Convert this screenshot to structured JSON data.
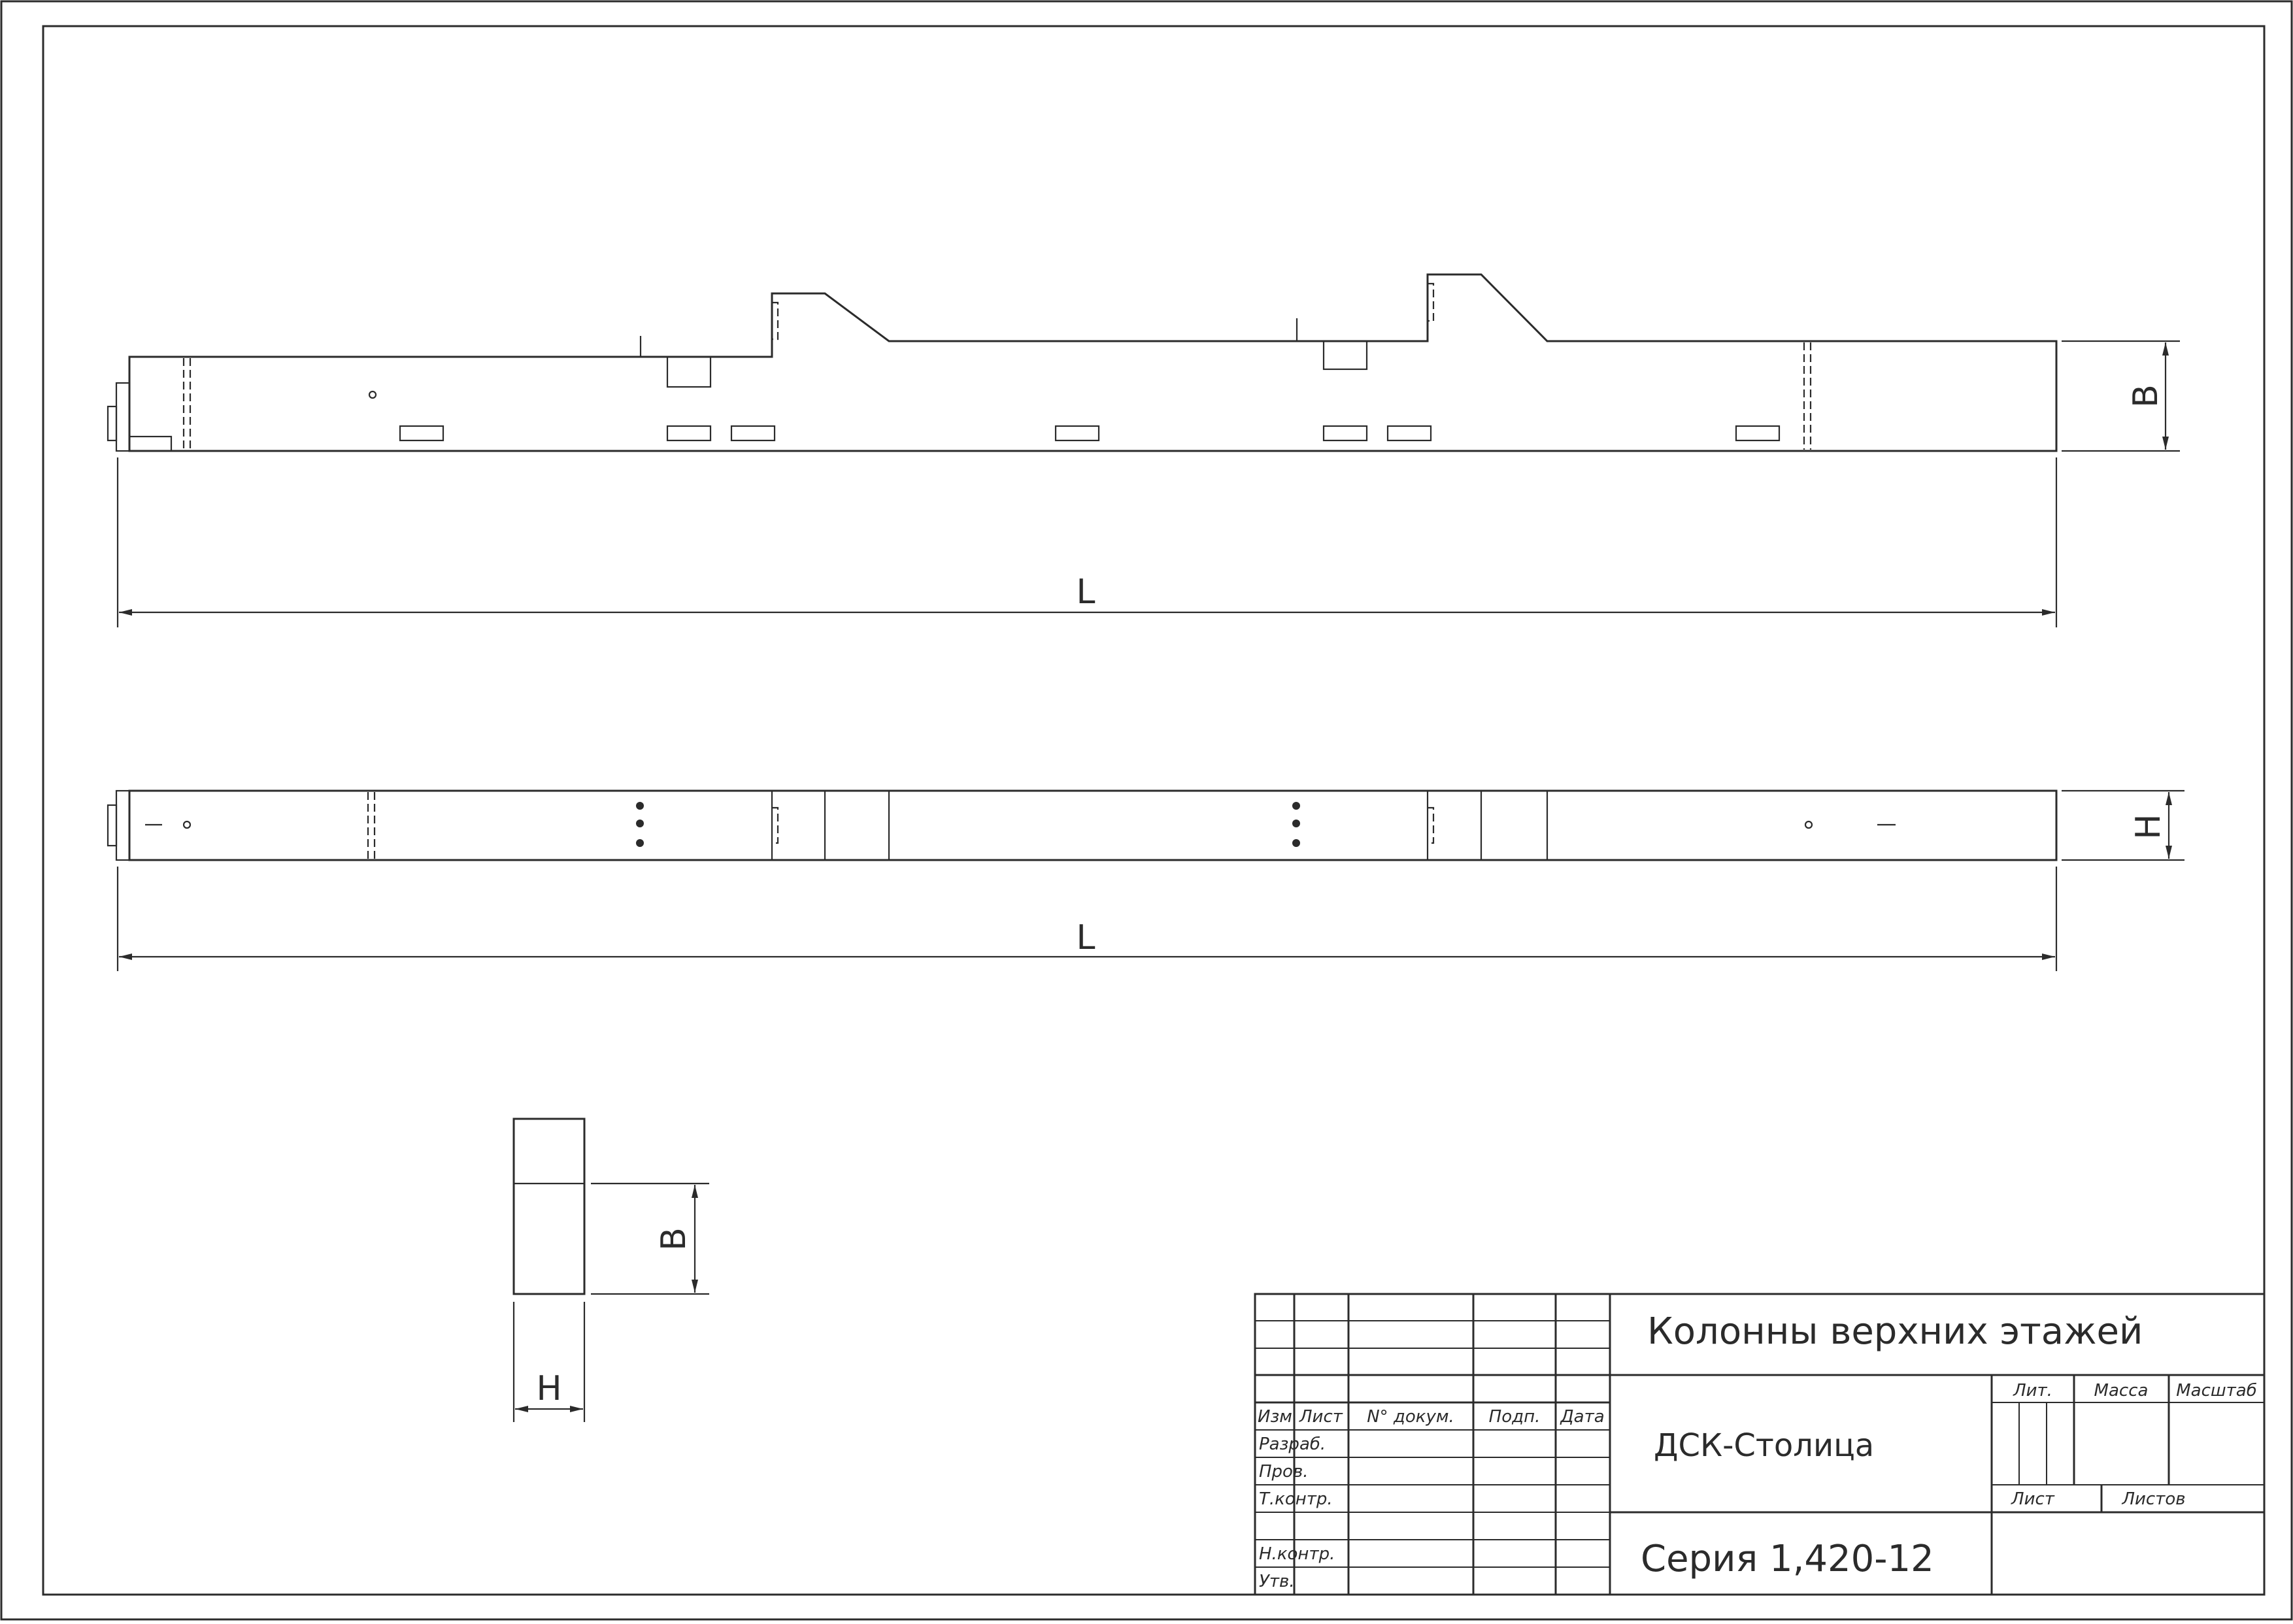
{
  "dimensions": {
    "L": "L",
    "B": "B",
    "H": "H"
  },
  "title_block": {
    "title": "Колонны верхних этажей",
    "organization": "ДСК-Столица",
    "series": "Серия 1,420-12",
    "headers": {
      "izm": "Изм",
      "list": "Лист",
      "doc_no": "N° докум.",
      "sign": "Подп.",
      "date": "Дата"
    },
    "roles": [
      "Разраб.",
      "Пров.",
      "Т.контр.",
      "",
      "Н.контр.",
      "Утв."
    ],
    "right": {
      "lit": "Лит.",
      "mass": "Масса",
      "scale": "Масштаб",
      "sheet": "Лист",
      "sheets": "Листов"
    }
  }
}
